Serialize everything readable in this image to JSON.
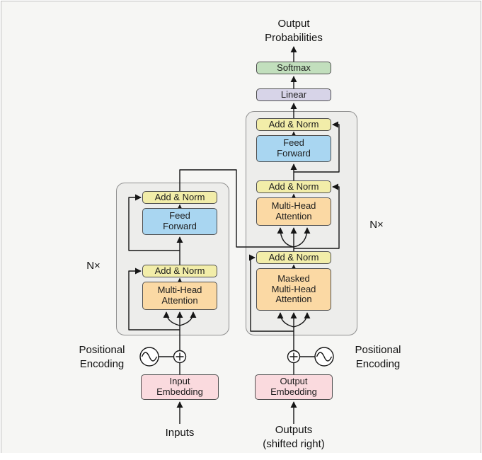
{
  "diagram": {
    "output_probabilities": "Output\nProbabilities",
    "softmax": "Softmax",
    "linear": "Linear",
    "encoder": {
      "n_label": "N×",
      "add_norm_top": "Add & Norm",
      "feed_forward": "Feed\nForward",
      "add_norm_bottom": "Add & Norm",
      "attention": "Multi-Head\nAttention"
    },
    "decoder": {
      "n_label": "N×",
      "add_norm_top": "Add & Norm",
      "feed_forward": "Feed\nForward",
      "add_norm_middle": "Add & Norm",
      "attention": "Multi-Head\nAttention",
      "add_norm_bottom": "Add & Norm",
      "masked_attention": "Masked\nMulti-Head\nAttention"
    },
    "input_embedding": "Input\nEmbedding",
    "output_embedding": "Output\nEmbedding",
    "inputs": "Inputs",
    "outputs": "Outputs\n(shifted right)",
    "positional_encoding_left": "Positional\nEncoding",
    "positional_encoding_right": "Positional\nEncoding"
  },
  "colors": {
    "add_norm": "#f2eda9",
    "feed_forward": "#a9d6f1",
    "attention": "#fbd9a4",
    "embedding": "#fadade",
    "linear": "#d7d4e8",
    "softmax": "#c2dfbd",
    "panel": "#ededeb"
  }
}
